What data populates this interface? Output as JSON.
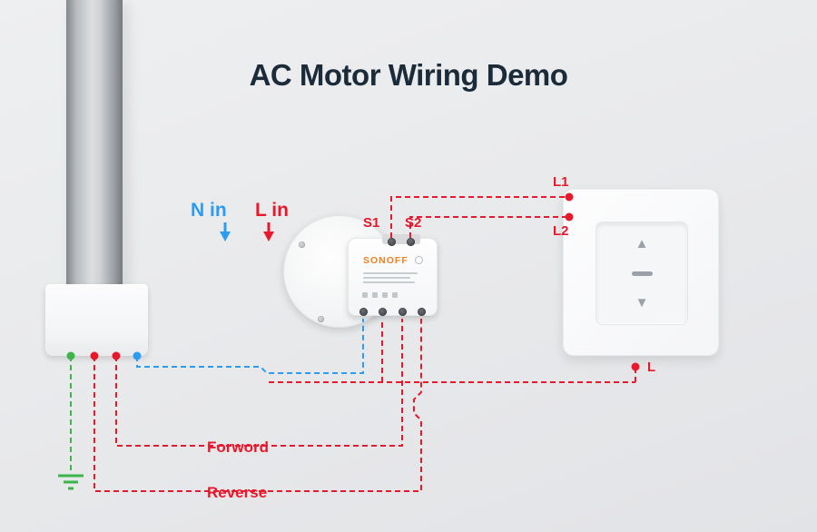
{
  "title": "AC Motor Wiring Demo",
  "wiring_labels": {
    "neutral_in": "N in",
    "live_in": "L in",
    "s1": "S1",
    "s2": "S2",
    "l1": "L1",
    "l2": "L2",
    "l_common": "L",
    "forward": "Forword",
    "reverse": "Reverse"
  },
  "device": {
    "brand": "SONOFF"
  },
  "switch_icons": {
    "up": "▲",
    "down": "▼"
  },
  "colors": {
    "live_wire": "#e8192c",
    "neutral_wire": "#2d9cf0",
    "ground_wire": "#3cb54a",
    "brand_orange": "#ee8122",
    "title_text": "#1c2b3a"
  }
}
